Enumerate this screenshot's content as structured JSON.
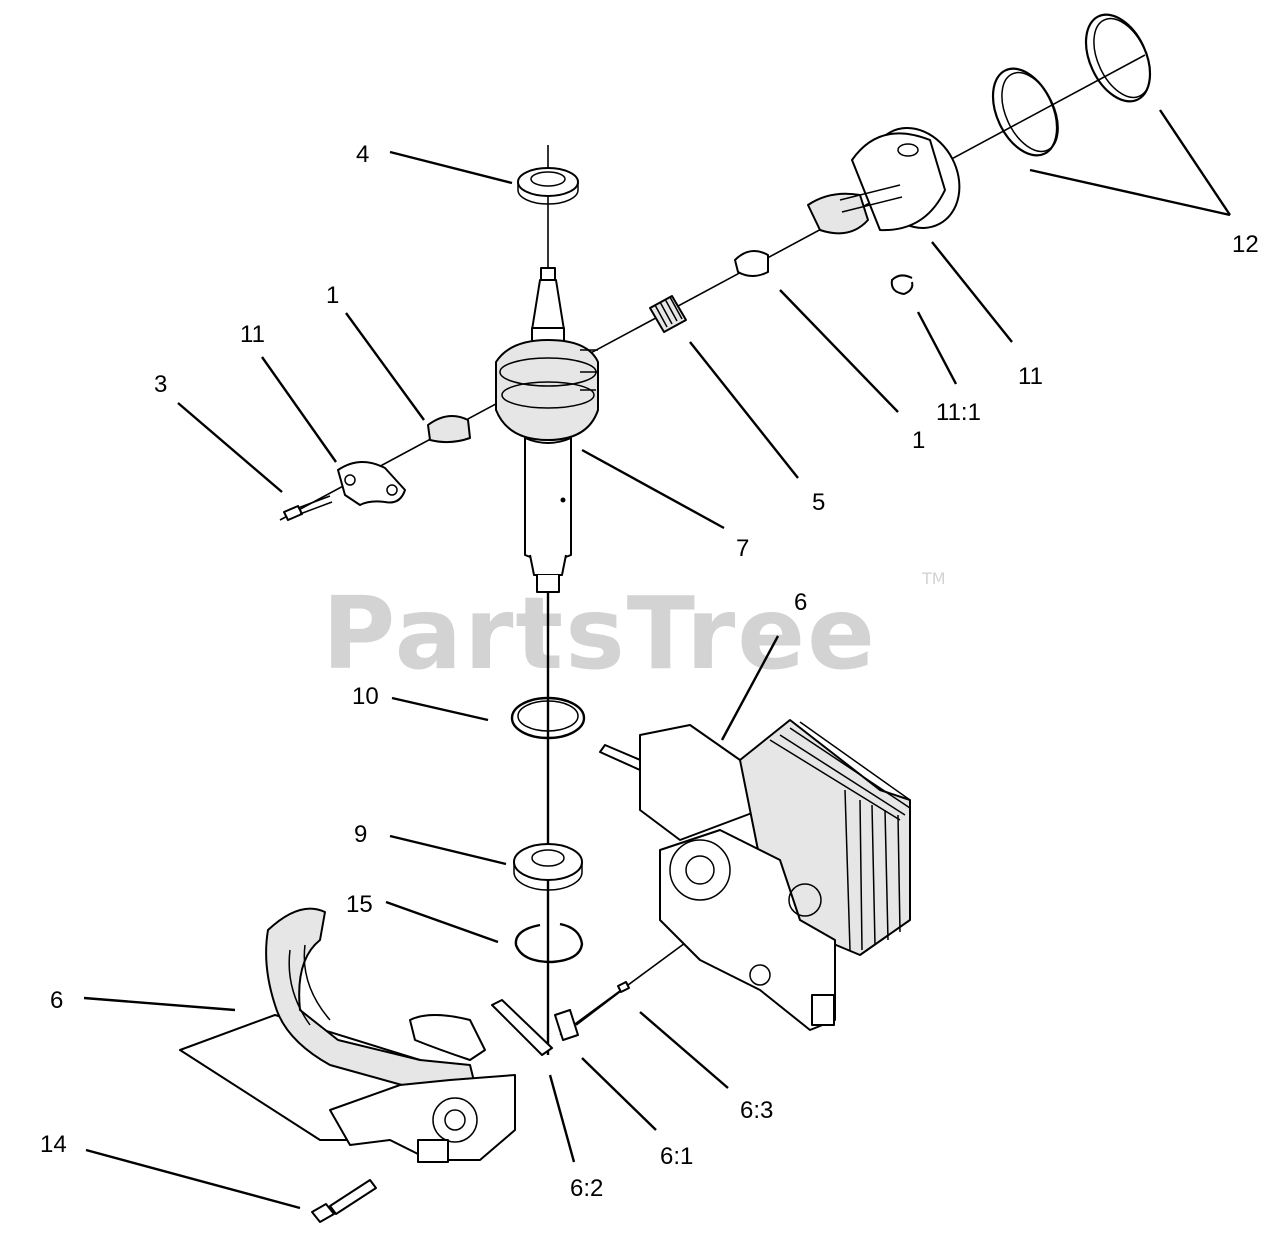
{
  "watermark": {
    "text": "PartsTree",
    "tm": "TM"
  },
  "callouts": {
    "c4": "4",
    "c1a": "1",
    "c11a": "11",
    "c3": "3",
    "c12": "12",
    "c11b": "11",
    "c11_1": "11:1",
    "c1b": "1",
    "c5": "5",
    "c7": "7",
    "c6a": "6",
    "c10": "10",
    "c9": "9",
    "c15": "15",
    "c6b": "6",
    "c14": "14",
    "c6_3": "6:3",
    "c6_1": "6:1",
    "c6_2": "6:2"
  }
}
